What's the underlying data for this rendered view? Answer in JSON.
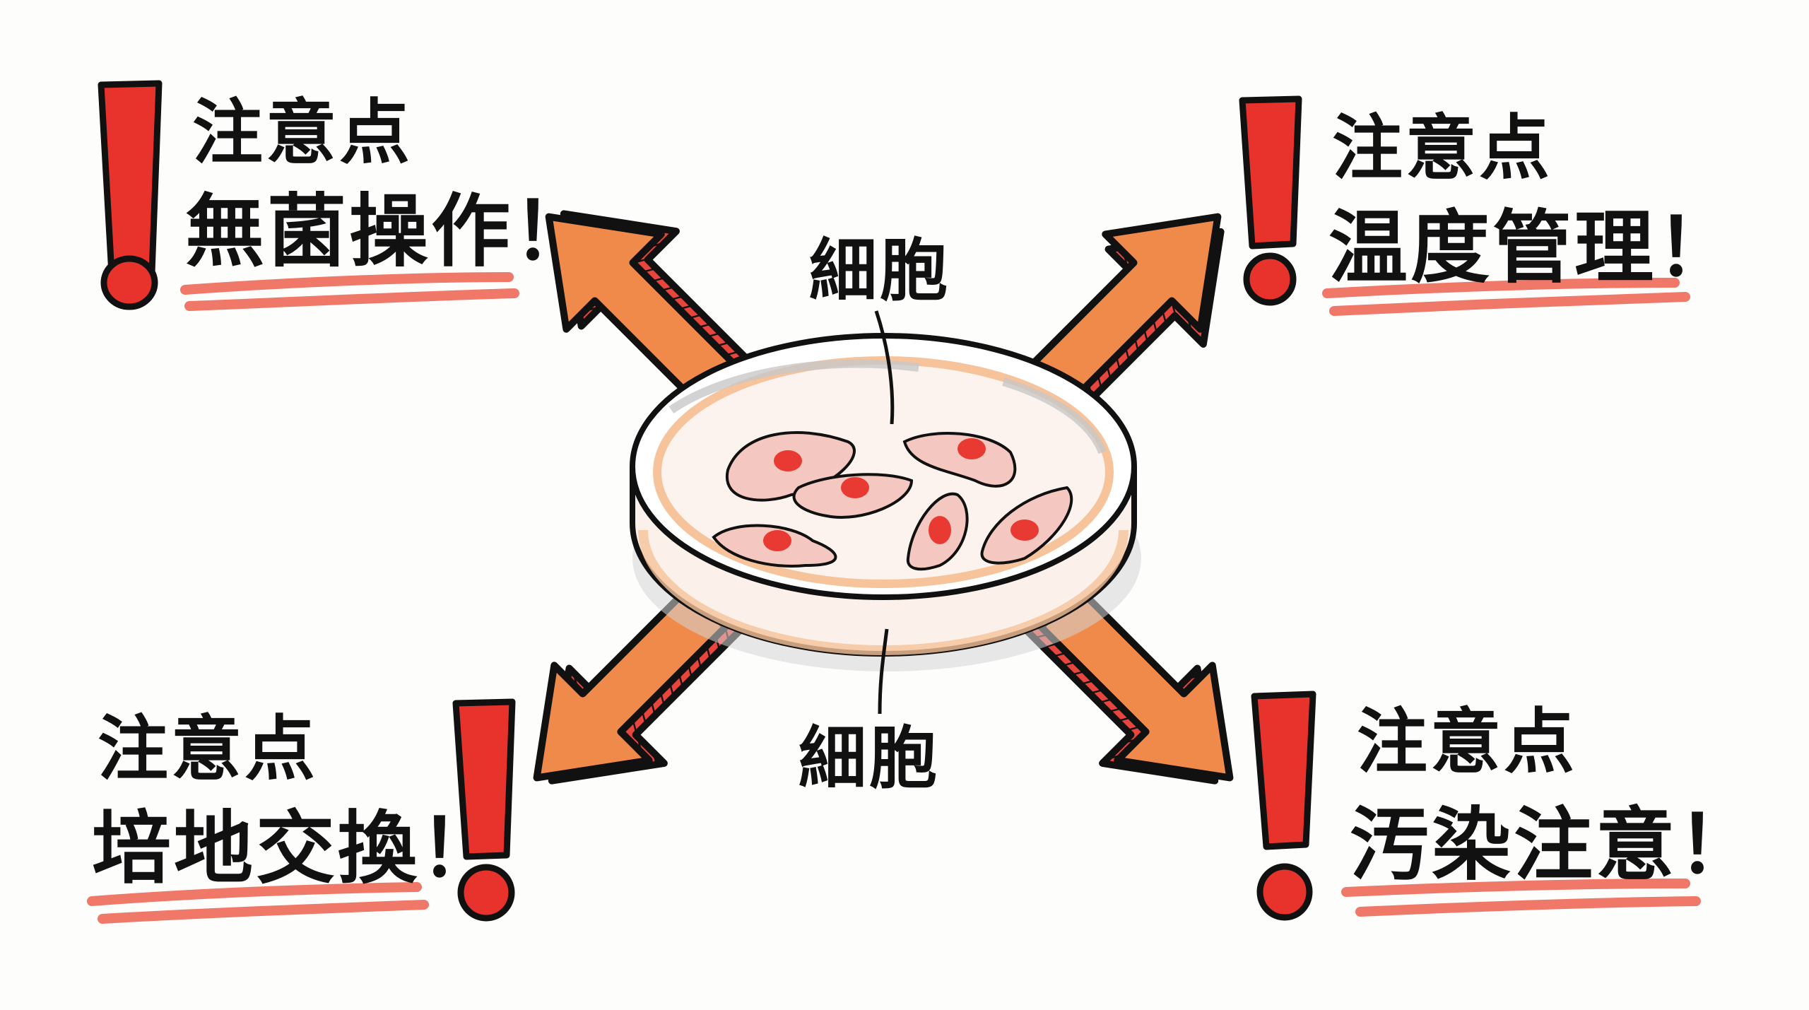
{
  "center": {
    "label_top": "細胞",
    "label_bottom": "細胞",
    "object": "petri-dish-with-cells",
    "cell_count": 6
  },
  "callouts": [
    {
      "position": "top-left",
      "heading": "注意点",
      "text": "無菌操作！"
    },
    {
      "position": "top-right",
      "heading": "注意点",
      "text": "温度管理！"
    },
    {
      "position": "bottom-left",
      "heading": "注意点",
      "text": "培地交換！"
    },
    {
      "position": "bottom-right",
      "heading": "注意点",
      "text": "汚染注意！"
    }
  ],
  "colors": {
    "background": "#fdfdfc",
    "ink": "#111111",
    "exclamation_red": "#e8322c",
    "arrow_orange": "#f08a4b",
    "arrow_shadow_red": "#e8463d",
    "underline": "#ef6a5a",
    "dish_gray": "#c8c8c8",
    "medium_peach": "#f6c39a",
    "cell_pink": "#f4b8b0",
    "nucleus": "#e83a33"
  }
}
